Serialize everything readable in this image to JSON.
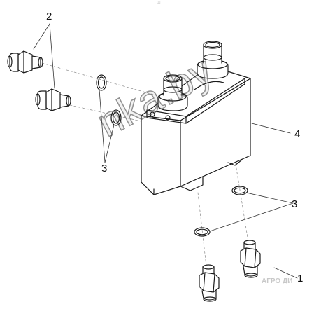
{
  "callouts": {
    "c2": "2",
    "c3_left": "3",
    "c3_right": "3",
    "c4": "4",
    "c1": "1"
  },
  "watermark": {
    "main": "nka.by",
    "corner": "АГРО ДИ",
    "tiny": "ш"
  }
}
